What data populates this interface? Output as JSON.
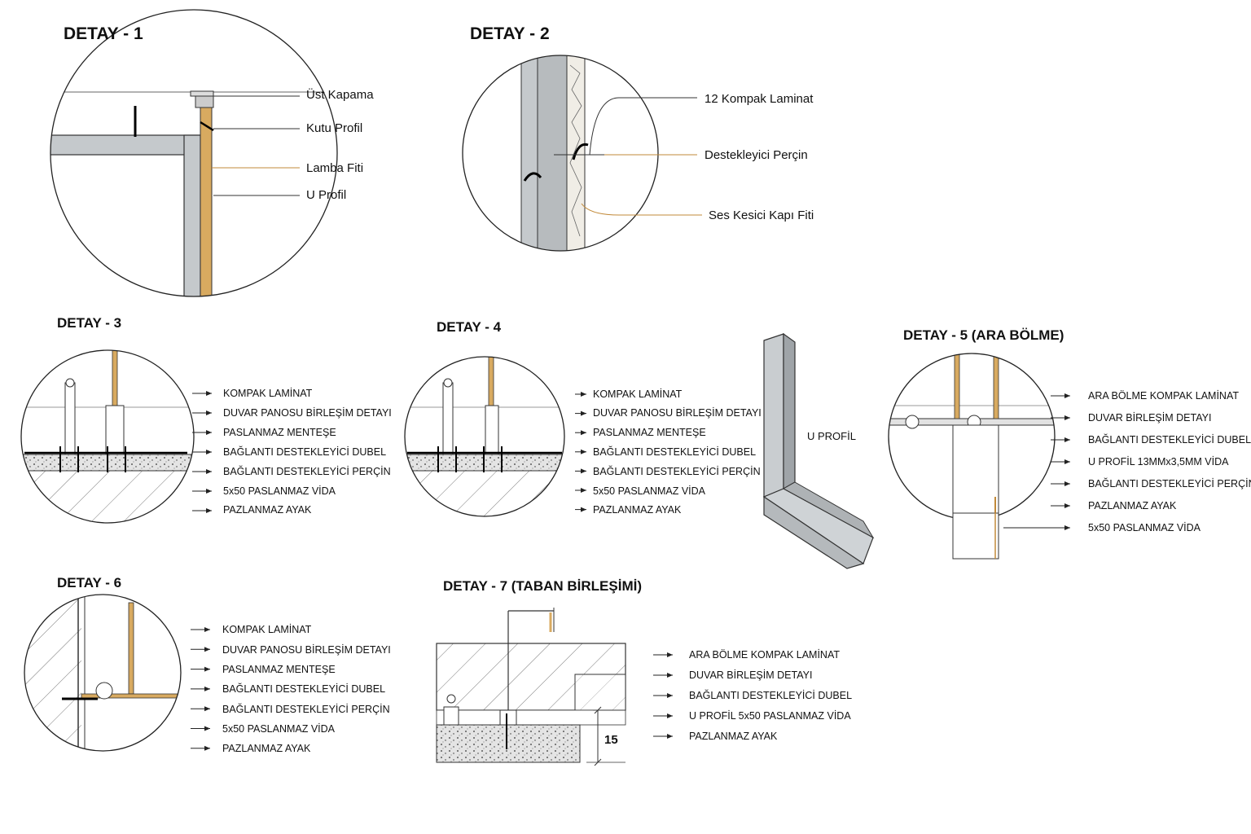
{
  "details": {
    "d1": {
      "title": "DETAY - 1",
      "labels": [
        "Üst Kapama",
        "Kutu Profil",
        "Lamba Fiti",
        "U Profil"
      ]
    },
    "d2": {
      "title": "DETAY - 2",
      "labels": [
        "12 Kompak Laminat",
        "Destekleyici Perçin",
        "Ses Kesici Kapı Fiti"
      ]
    },
    "d3": {
      "title": "DETAY - 3",
      "labels": [
        "KOMPAK LAMİNAT",
        "DUVAR PANOSU BİRLEŞİM DETAYI",
        "PASLANMAZ MENTEŞE",
        "BAĞLANTI DESTEKLEYİCİ DUBEL",
        "BAĞLANTI DESTEKLEYİCİ PERÇİN",
        "5x50  PASLANMAZ VİDA",
        "PAZLANMAZ AYAK"
      ]
    },
    "d4": {
      "title": "DETAY - 4",
      "labels": [
        "KOMPAK LAMİNAT",
        "DUVAR PANOSU BİRLEŞİM DETAYI",
        "PASLANMAZ MENTEŞE",
        "BAĞLANTI DESTEKLEYİCİ DUBEL",
        "BAĞLANTI DESTEKLEYİCİ PERÇİN",
        "5x50  PASLANMAZ VİDA",
        "PAZLANMAZ AYAK"
      ]
    },
    "uprofil": {
      "label": "U PROFİL"
    },
    "d5": {
      "title": "DETAY - 5 (ARA BÖLME)",
      "labels": [
        "ARA BÖLME KOMPAK LAMİNAT",
        "DUVAR BİRLEŞİM DETAYI",
        "BAĞLANTI DESTEKLEYİCİ DUBEL",
        "U PROFİL   13MMx3,5MM VİDA",
        "BAĞLANTI DESTEKLEYİCİ PERÇİN",
        "PAZLANMAZ AYAK",
        "5x50  PASLANMAZ VİDA"
      ]
    },
    "d6": {
      "title": "DETAY - 6",
      "labels": [
        "KOMPAK LAMİNAT",
        "DUVAR PANOSU BİRLEŞİM DETAYI",
        "PASLANMAZ MENTEŞE",
        "BAĞLANTI DESTEKLEYİCİ DUBEL",
        "BAĞLANTI DESTEKLEYİCİ PERÇİN",
        "5x50  PASLANMAZ VİDA",
        "PAZLANMAZ AYAK"
      ]
    },
    "d7": {
      "title": "DETAY - 7 (TABAN BİRLEŞİMİ)",
      "labels": [
        "ARA BÖLME KOMPAK LAMİNAT",
        "DUVAR BİRLEŞİM DETAYI",
        "BAĞLANTI DESTEKLEYİCİ DUBEL",
        "U PROFİL  5x50 PASLANMAZ VİDA",
        "PAZLANMAZ AYAK"
      ],
      "dimension": "15"
    }
  },
  "colors": {
    "line": "#222222",
    "metal": "#bfc3c6",
    "wood": "#d2a45c",
    "concrete": "#d9d9d9"
  }
}
